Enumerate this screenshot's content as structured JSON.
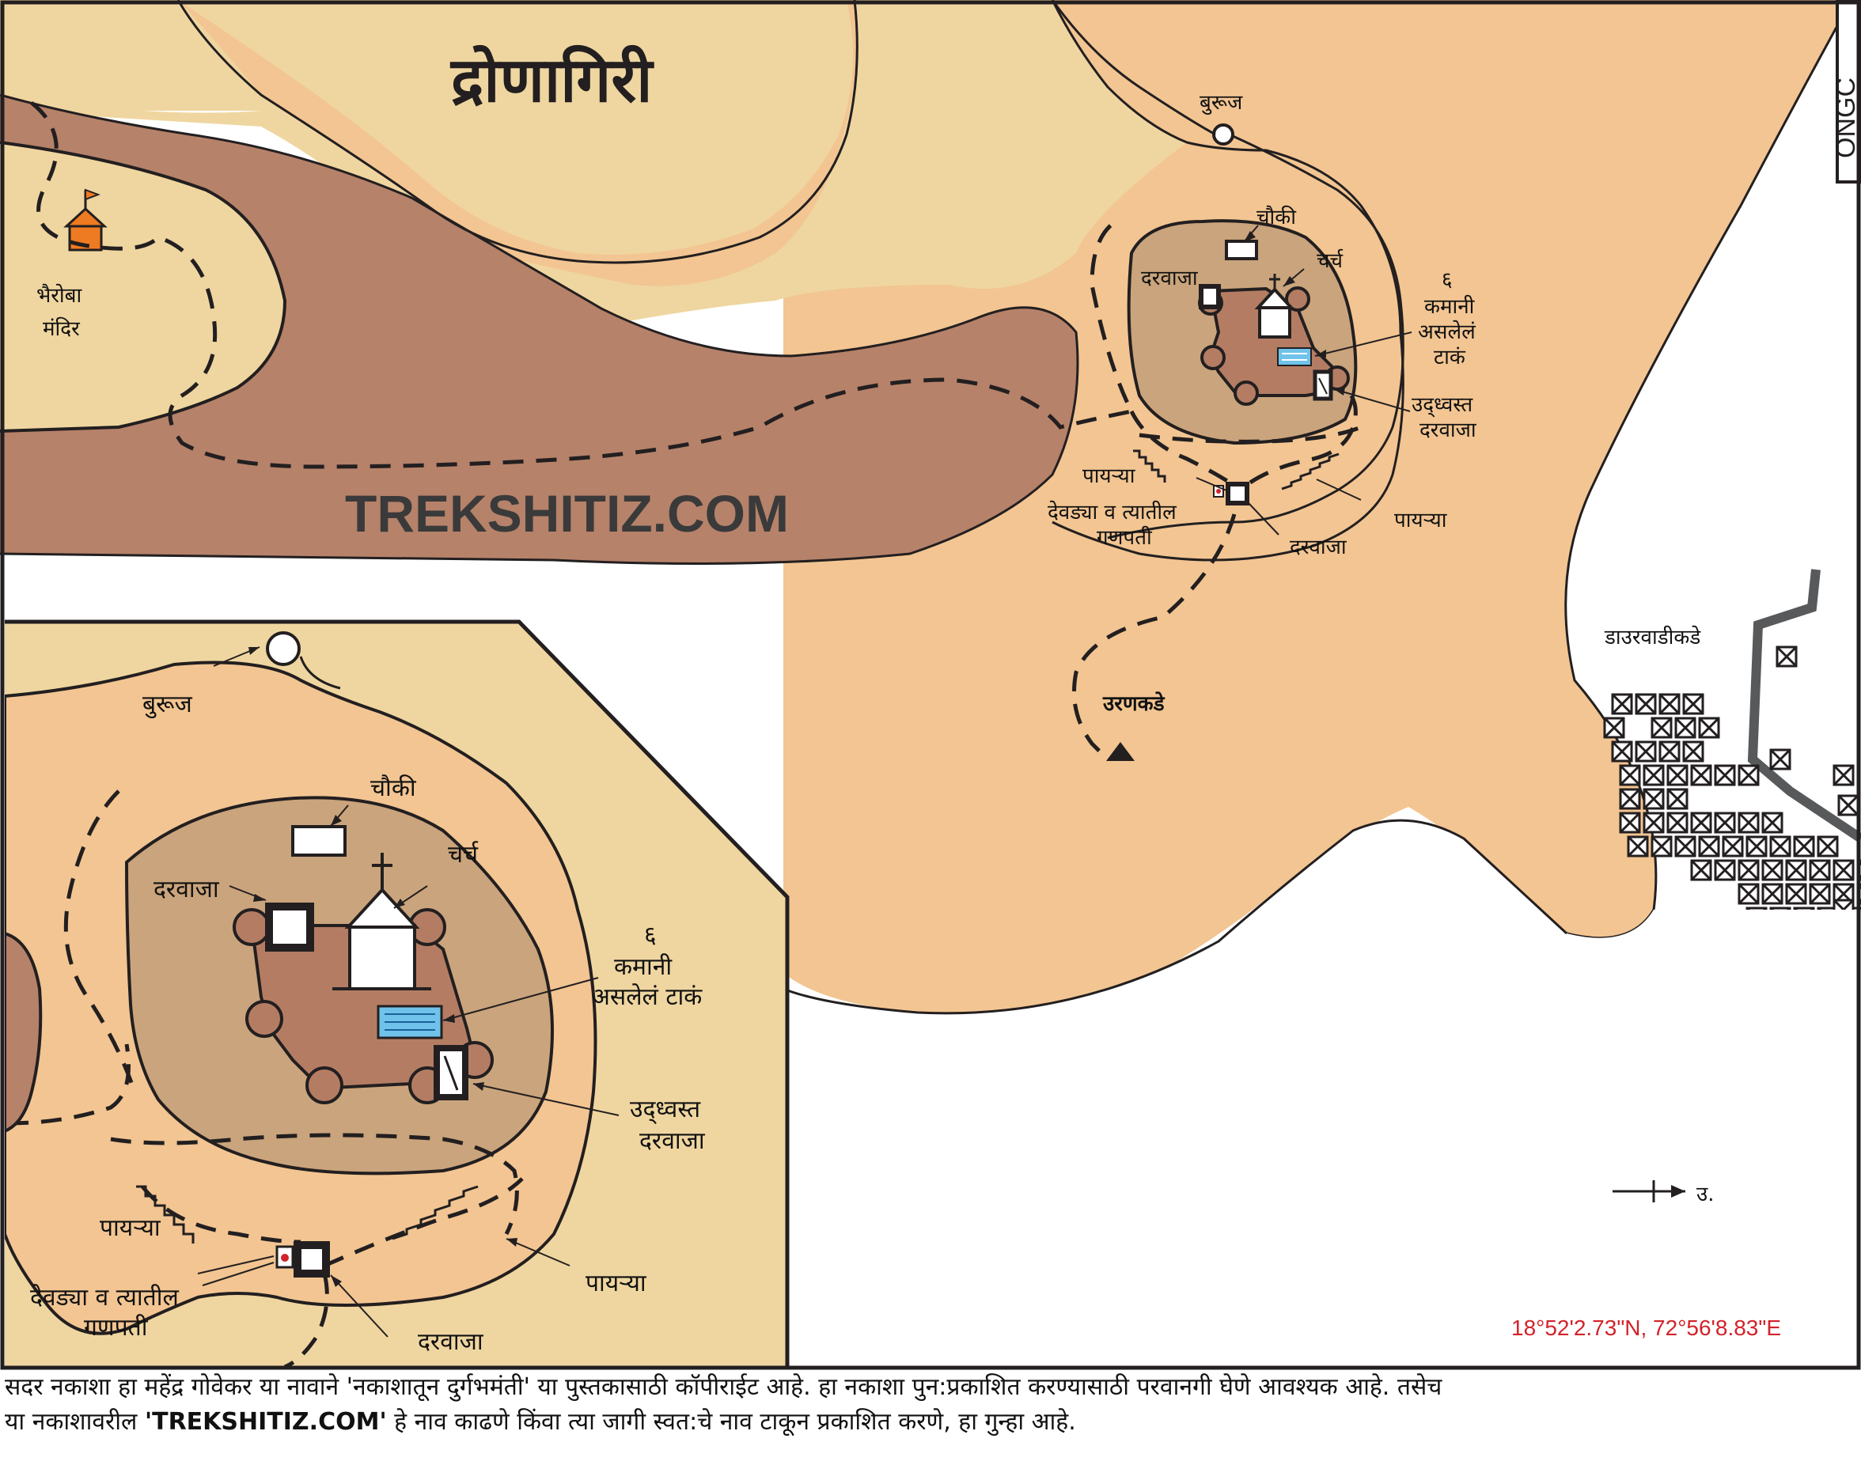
{
  "map": {
    "title": "द्रोणागिरी",
    "watermark": "TREKSHITIZ.COM",
    "ongc": "ONGC",
    "coordinates": "18°52'2.73\"N, 72°56'8.83\"E",
    "north_label": "उ.",
    "toward_uran": "उरणकडे",
    "toward_daurwadi": "डाउरवाडीकडे",
    "bhairoba": {
      "line1": "भैरोबा",
      "line2": "मंदिर"
    },
    "main_fort": {
      "buruj": "बुरूज",
      "chowki": "चौकी",
      "church": "चर्च",
      "darwaja_top": "दरवाजा",
      "tank": {
        "line1": "६",
        "line2": "कमानी",
        "line3": "असलेलं",
        "line4": "टाकं"
      },
      "ruined_gate": {
        "line1": "उद्‌ध्वस्त",
        "line2": "दरवाजा"
      },
      "steps_left": "पायऱ्या",
      "steps_right": "पायऱ्या",
      "shrine": {
        "line1": "देवड्या व त्यातील",
        "line2": "गणपती"
      },
      "darwaja_bottom": "दरवाजा"
    },
    "inset": {
      "buruj": "बुरूज",
      "chowki": "चौकी",
      "church": "चर्च",
      "darwaja_top": "दरवाजा",
      "tank": {
        "line1": "६",
        "line2": "कमानी",
        "line3": "असलेलं टाकं"
      },
      "ruined_gate": {
        "line1": "उद्‌ध्वस्त",
        "line2": "दरवाजा"
      },
      "steps_left": "पायऱ्या",
      "steps_right": "पायऱ्या",
      "shrine": {
        "line1": "देवड्या व त्यातील",
        "line2": "गणपती"
      },
      "darwaja_bottom": "दरवाजा"
    },
    "colors": {
      "plateau": "#efd6a0",
      "slope": "#f2c592",
      "ridge": "#b6826a",
      "fort_outer": "#caa47c",
      "fort_inner": "#b47d63",
      "tank": "#6fc3ea",
      "temple": "#ee7a22",
      "road": "#58595b",
      "coord_text": "#d2232a"
    }
  },
  "footer": {
    "line1": "सदर नकाशा हा महेंद्र गोवेकर या नावाने 'नकाशातून दुर्गभमंती' या पुस्तकासाठी कॉपीराईट आहे. हा नकाशा पुन:प्रकाशित करण्यासाठी परवानगी घेणे आवश्यक आहे. तसेच",
    "line2_pre": "या नकाशावरील ",
    "line2_bold": "'TREKSHITIZ.COM'",
    "line2_post": " हे नाव काढणे किंवा त्या जागी स्वत:चे नाव टाकून प्रकाशित करणे, हा गुन्हा आहे."
  }
}
